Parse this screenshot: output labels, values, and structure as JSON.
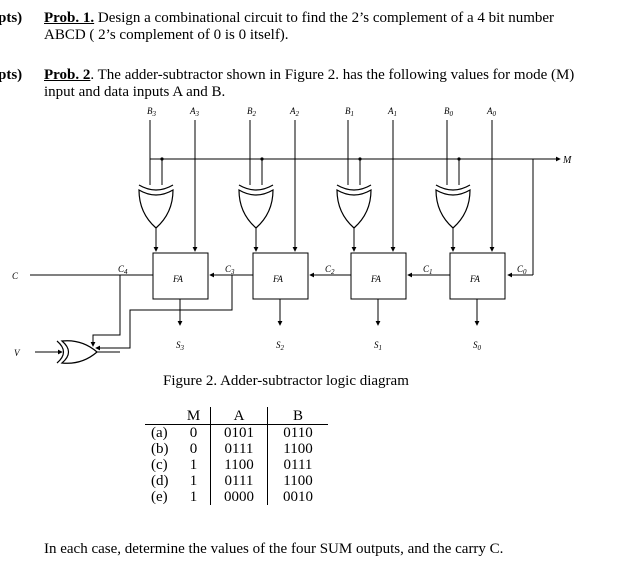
{
  "problem1": {
    "points_label": "pts)",
    "title": "Prob. 1.",
    "line1": " Design a combinational circuit to find the 2’s complement of a 4 bit number",
    "line2": "ABCD ( 2’s complement of 0 is 0 itself)."
  },
  "problem2": {
    "points_label": "pts)",
    "title": "Prob. 2",
    "line1": ". The adder-subtractor shown in Figure 2. has the following values for mode (M)",
    "line2": "input and data inputs A and B."
  },
  "diagram": {
    "stages": [
      {
        "b": "B",
        "b_sub": "3",
        "a": "A",
        "a_sub": "3",
        "fa": "FA",
        "s": "S",
        "s_sub": "3",
        "c": "C",
        "c_sub": "4"
      },
      {
        "b": "B",
        "b_sub": "2",
        "a": "A",
        "a_sub": "2",
        "fa": "FA",
        "s": "S",
        "s_sub": "2",
        "c": "C",
        "c_sub": "3"
      },
      {
        "b": "B",
        "b_sub": "1",
        "a": "A",
        "a_sub": "1",
        "fa": "FA",
        "s": "S",
        "s_sub": "1",
        "c": "C",
        "c_sub": "2"
      },
      {
        "b": "B",
        "b_sub": "0",
        "a": "A",
        "a_sub": "0",
        "fa": "FA",
        "s": "S",
        "s_sub": "0",
        "c": "C",
        "c_sub": "1"
      }
    ],
    "c0": "C",
    "c0_sub": "0",
    "mode_label": "M",
    "carry_label": "C",
    "overflow_label": "V",
    "caption": "Figure 2. Adder-subtractor logic diagram"
  },
  "table": {
    "headers": [
      "M",
      "A",
      "B"
    ],
    "rows": [
      {
        "label": "(a)",
        "m": "0",
        "a": "0101",
        "b": "0110"
      },
      {
        "label": "(b)",
        "m": "0",
        "a": "0111",
        "b": "1100"
      },
      {
        "label": "(c)",
        "m": "1",
        "a": "1100",
        "b": "0111"
      },
      {
        "label": "(d)",
        "m": "1",
        "a": "0111",
        "b": "1100"
      },
      {
        "label": "(e)",
        "m": "1",
        "a": "0000",
        "b": "0010"
      }
    ]
  },
  "question": "In each case, determine the values of the four SUM outputs, and the carry C."
}
